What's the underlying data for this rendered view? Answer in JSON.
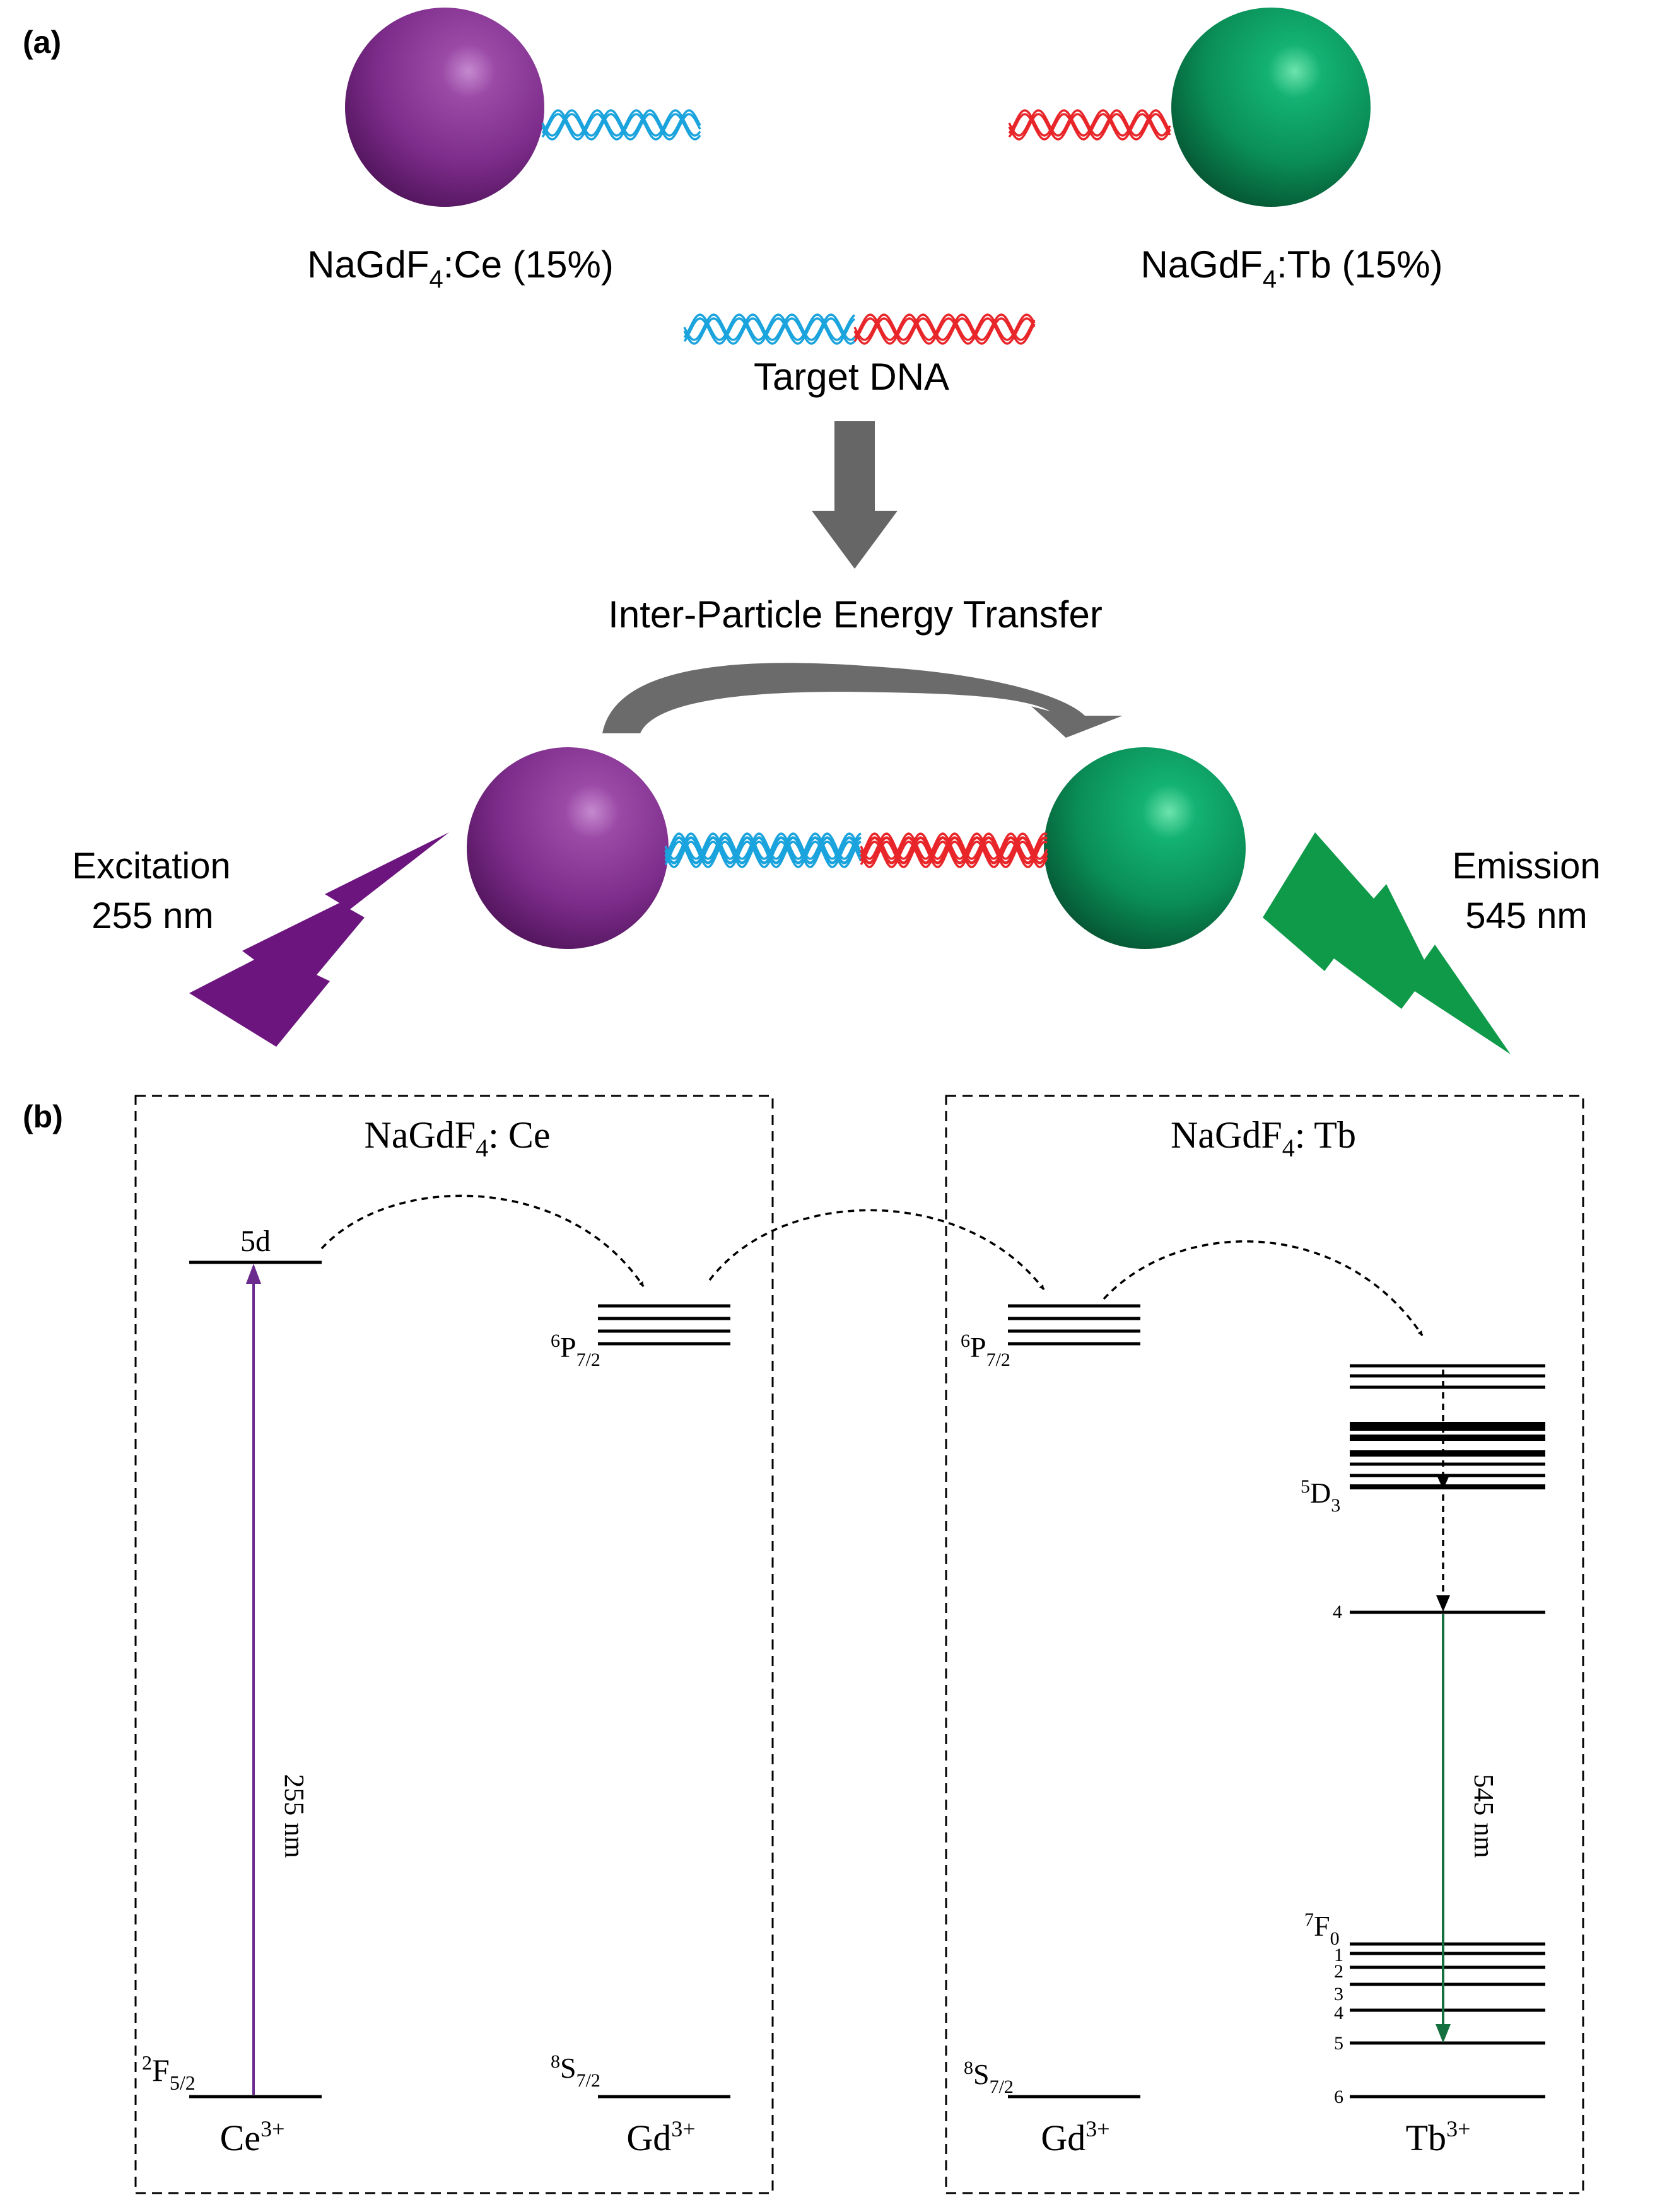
{
  "panel_a": {
    "label": "(a)",
    "ce_particle": {
      "name": "NaGdF",
      "sub": "4",
      "rest": ":Ce (15%)"
    },
    "tb_particle": {
      "name": "NaGdF",
      "sub": "4",
      "rest": ":Tb (15%)"
    },
    "target_label": "Target DNA",
    "transfer_label": "Inter-Particle Energy Transfer",
    "excitation": {
      "line1": "Excitation",
      "line2": "255 nm"
    },
    "emission": {
      "line1": "Emission",
      "line2": "545 nm"
    }
  },
  "panel_b": {
    "label": "(b)",
    "box_ce_title": {
      "name": "NaGdF",
      "sub": "4",
      "rest": ": Ce"
    },
    "box_tb_title": {
      "name": "NaGdF",
      "sub": "4",
      "rest": ": Tb"
    },
    "ce_5d": "5d",
    "ce_ground": {
      "sup": "2",
      "main": "F",
      "sub": "5/2"
    },
    "ce_ion": {
      "main": "Ce",
      "sup": "3+"
    },
    "gd_excited": {
      "sup": "6",
      "main": "P",
      "sub": "7/2"
    },
    "gd_ground": {
      "sup": "8",
      "main": "S",
      "sub": "7/2"
    },
    "gd_ion": {
      "main": "Gd",
      "sup": "3+"
    },
    "tb_5d3": {
      "sup": "5",
      "main": "D",
      "sub": "3"
    },
    "tb_5d4": "4",
    "tb_7f": {
      "sup": "7",
      "main": "F",
      "sub": "0"
    },
    "tb_7f_levels": [
      "1",
      "2",
      "3",
      "4",
      "5",
      "6"
    ],
    "tb_ion": {
      "main": "Tb",
      "sup": "3+"
    },
    "excitation_wavelength": "255 nm",
    "emission_wavelength": "545 nm"
  },
  "colors": {
    "ce_purple": "#7b2a86",
    "tb_green": "#0b8f58",
    "dna_blue": "#1aa3dc",
    "dna_red": "#e8262a",
    "arrow_gray": "#666666",
    "excite_line": "#6a2a8e",
    "emit_line": "#15703f"
  }
}
